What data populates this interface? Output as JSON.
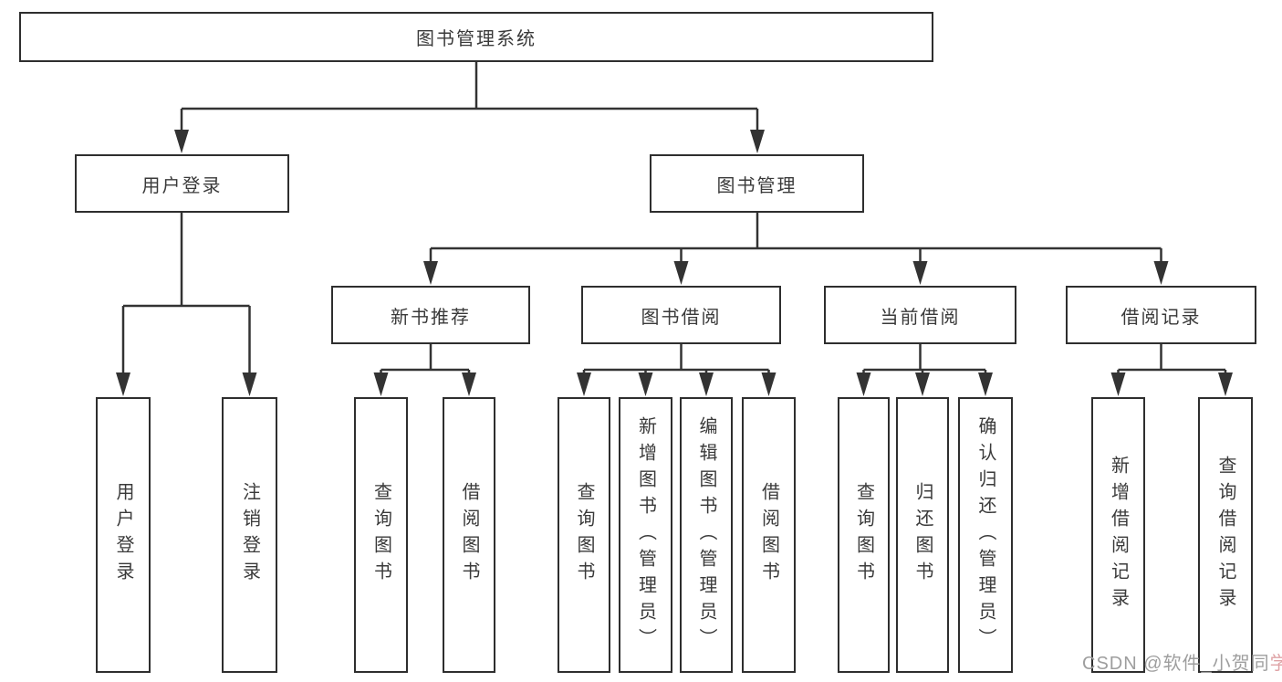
{
  "diagram": {
    "root": {
      "label": "图书管理系统"
    },
    "level2": [
      {
        "label": "用户登录"
      },
      {
        "label": "图书管理"
      }
    ],
    "level3": [
      {
        "label": "新书推荐"
      },
      {
        "label": "图书借阅"
      },
      {
        "label": "当前借阅"
      },
      {
        "label": "借阅记录"
      }
    ],
    "leaves": [
      {
        "label": "用户登录"
      },
      {
        "label": "注销登录"
      },
      {
        "label": "查询图书"
      },
      {
        "label": "借阅图书"
      },
      {
        "label": "查询图书"
      },
      {
        "label": "新增图书（管理员）"
      },
      {
        "label": "编辑图书（管理员）"
      },
      {
        "label": "借阅图书"
      },
      {
        "label": "查询图书"
      },
      {
        "label": "归还图书"
      },
      {
        "label": "确认归还（管理员）"
      },
      {
        "label": "新增借阅记录"
      },
      {
        "label": "查询借阅记录"
      }
    ],
    "colors": {
      "line": "#333333",
      "border": "#2e2e2e",
      "text": "#3a3a3a",
      "watermark": "#9e9e9e"
    },
    "watermark": {
      "text": "CSDN @软件_小贺同",
      "tail": "学"
    }
  }
}
